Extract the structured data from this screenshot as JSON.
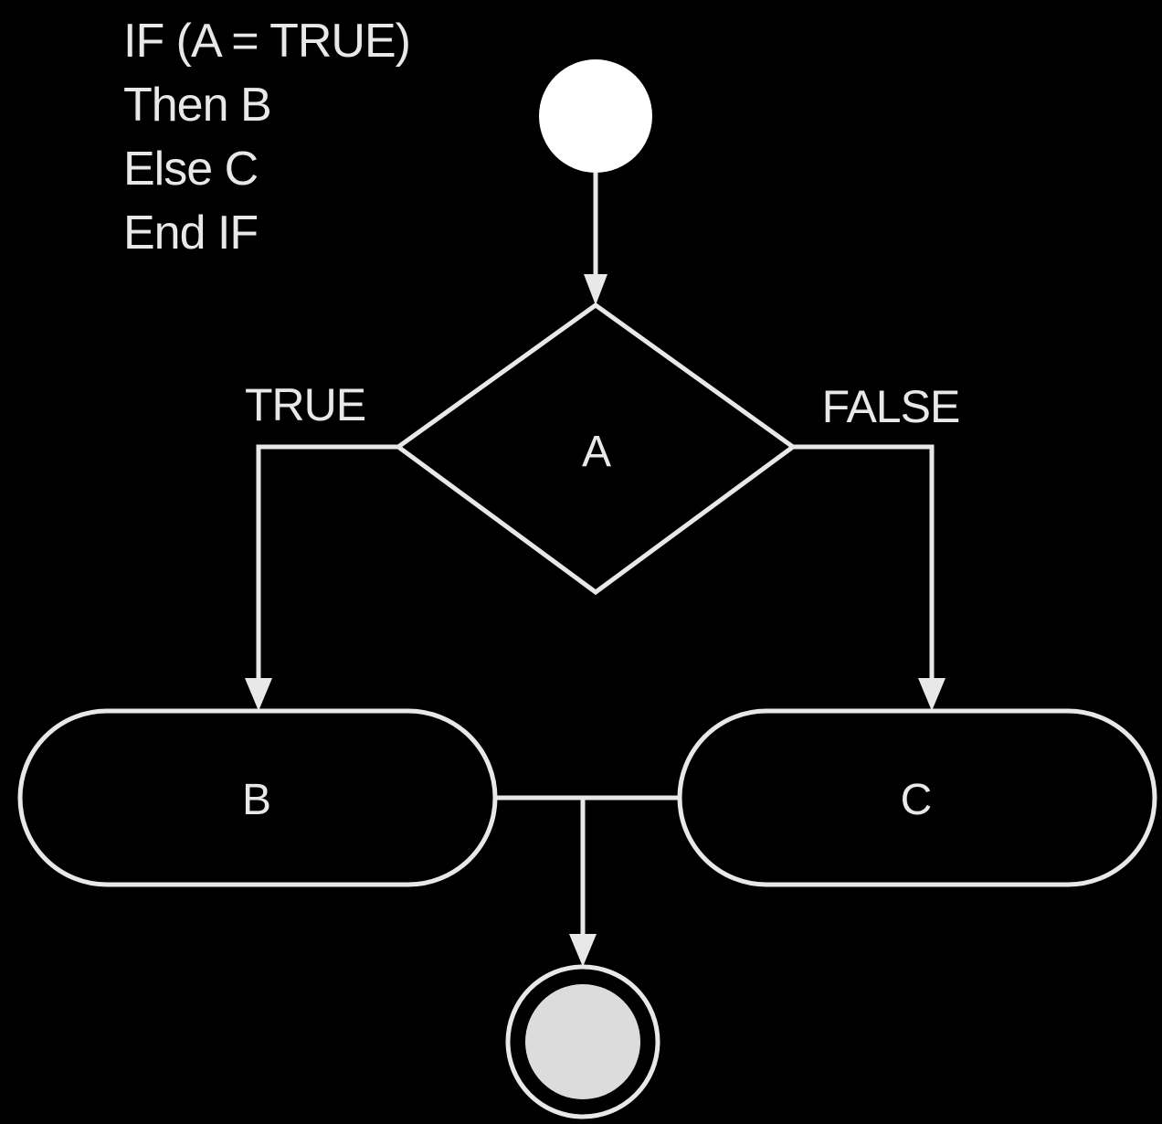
{
  "code": {
    "lines": [
      "IF (A = TRUE)",
      "Then B",
      "Else C",
      "End IF"
    ]
  },
  "diagram": {
    "decision_label": "A",
    "true_label": "TRUE",
    "false_label": "FALSE",
    "action_b_label": "B",
    "action_c_label": "C"
  },
  "colors": {
    "background": "#000000",
    "stroke": "#e8e8e8",
    "start_fill": "#ffffff",
    "end_fill": "#dcdcdc"
  }
}
